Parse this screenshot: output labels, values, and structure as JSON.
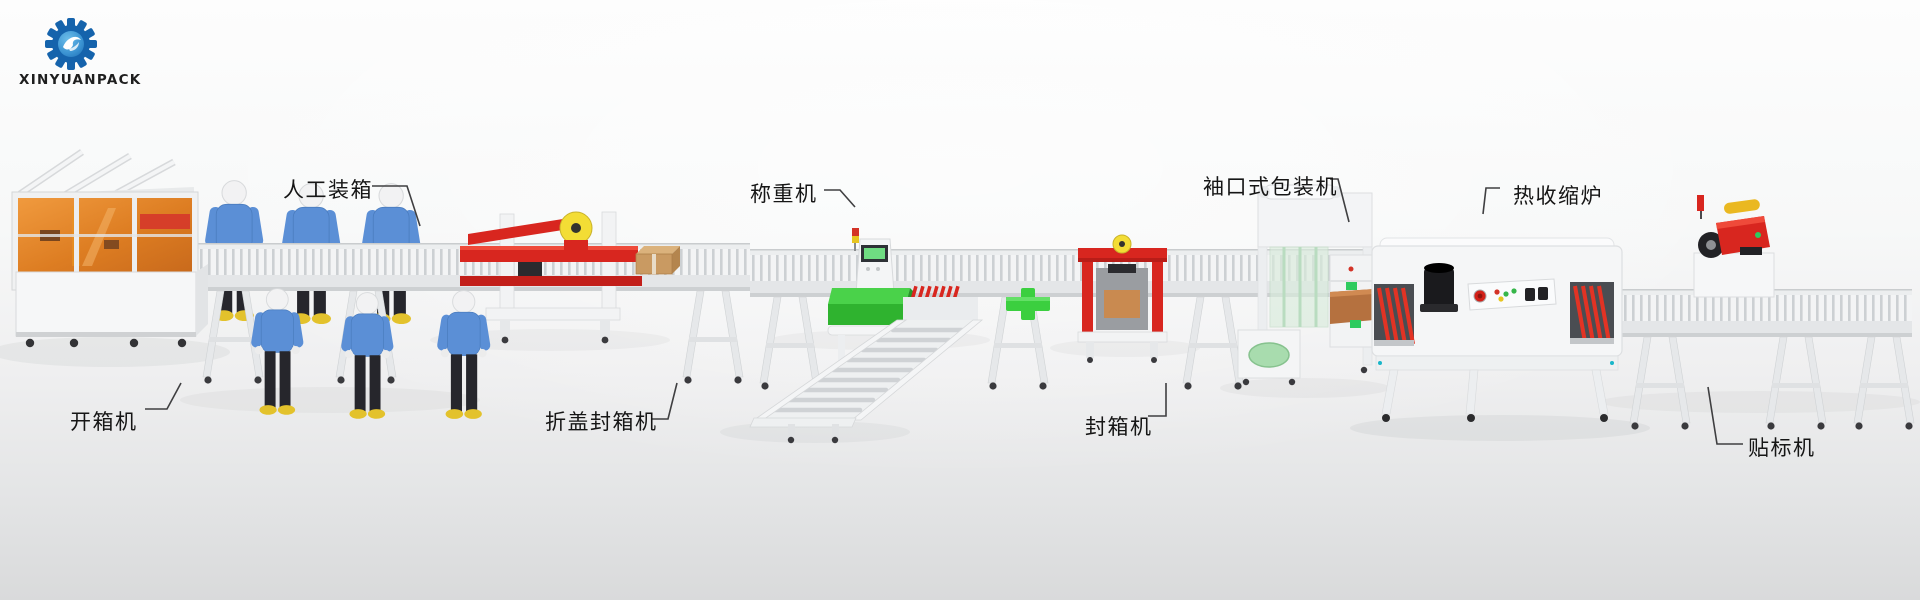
{
  "brand": {
    "name": "XINYUANPACK"
  },
  "machine_labels": {
    "case_erector": "开箱机",
    "manual_packing": "人工装箱",
    "flap_folding_case_sealer": "折盖封箱机",
    "checkweigher": "称重机",
    "case_sealer": "封箱机",
    "sleeve_wrapper": "袖口式包装机",
    "heat_shrink_oven": "热收缩炉",
    "labeling_machine": "贴标机"
  },
  "scene": {
    "workers_count": 6,
    "line_direction": "left-to-right",
    "branch_conveyor": "front-output after checkweigher"
  },
  "colors": {
    "brand_blue": "#1563ac",
    "machine_red": "#d8261f",
    "accent_yellow": "#f3dd35",
    "platform_green": "#3bcf3f",
    "panel_orange": "#e0801f",
    "worker_shirt_blue": "#5b8fd6",
    "belt_brown": "#b5713f",
    "background_gray": "#f2f3f4"
  }
}
